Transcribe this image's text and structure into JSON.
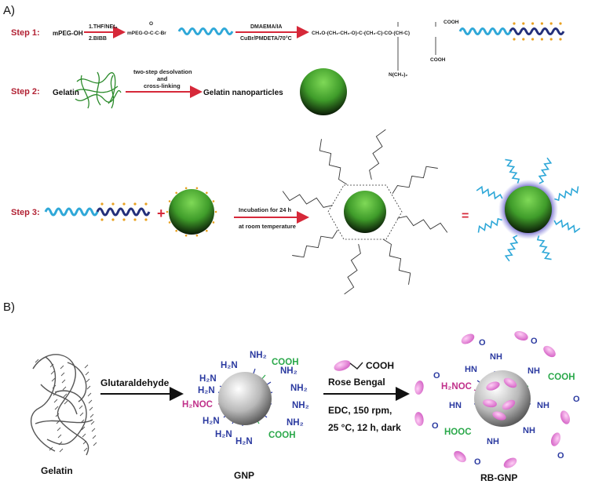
{
  "panel_a": {
    "label": "A)",
    "step1": {
      "label": "Step 1:",
      "reactant": "mPEG-OH",
      "cond_top": "1.THF/NEt₃",
      "cond_bottom": "2.BIBB",
      "macroinitiator": "mPEG-O-C-C-Br",
      "poly_cond_top": "DMAEMA/IA",
      "poly_cond_bottom": "CuBr/PMDETA/70°C",
      "product_formula": "CH₃O-(CH₂-CH₂-O)-C-(CH₂-C)-CO-(CH-C)",
      "amine": "N(CH₃)₂",
      "cooh": "COOH"
    },
    "step2": {
      "label": "Step 2:",
      "reactant": "Gelatin",
      "cond_top": "two-step desolvation",
      "cond_mid": "and",
      "cond_bottom": "cross-linking",
      "product": "Gelatin nanoparticles"
    },
    "step3": {
      "label": "Step 3:",
      "plus": "+",
      "cond_top": "Incubation for 24 h",
      "cond_bottom": "at room temperature",
      "equals": "="
    }
  },
  "panel_b": {
    "label": "B)",
    "gelatin": "Gelatin",
    "reagent": "Glutaraldehyde",
    "gnp": "GNP",
    "rb_cooh": "COOH",
    "rose_bengal": "Rose Bengal",
    "cond_1": "EDC, 150 rpm,",
    "cond_2": "25 °C, 12 h, dark",
    "rbgnp": "RB-GNP",
    "nh2": "NH₂",
    "h2n": "H₂N",
    "cooh": "COOH",
    "h2noc": "H₂NOC",
    "hooc": "HOOC",
    "nh": "NH",
    "hn": "HN",
    "o": "O"
  },
  "colors": {
    "step_red": "#b22234",
    "arrow_red": "#d62839",
    "spring_light": "#2fa8d8",
    "spring_dark": "#24307a",
    "amine_blue": "#2b3aa0",
    "acid_green": "#2aa84a",
    "amide_pink": "#c0308a",
    "dye_pink": "#e07ad0"
  }
}
